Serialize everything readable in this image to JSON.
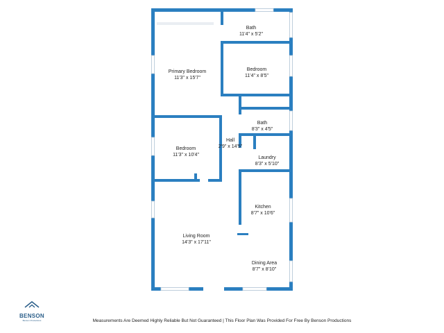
{
  "rooms": {
    "bath_top": {
      "name": "Bath",
      "dims": "11'4\" x 5'2\""
    },
    "primary_bedroom": {
      "name": "Primary Bedroom",
      "dims": "11'3\" x 15'7\""
    },
    "bedroom_right": {
      "name": "Bedroom",
      "dims": "11'4\" x 8'5\""
    },
    "bath_mid": {
      "name": "Bath",
      "dims": "8'3\" x 4'5\""
    },
    "hall": {
      "name": "Hall",
      "dims": "2'9\" x 14'5\""
    },
    "bedroom_left": {
      "name": "Bedroom",
      "dims": "11'3\" x 10'4\""
    },
    "laundry": {
      "name": "Laundry",
      "dims": "8'3\" x 5'10\""
    },
    "kitchen": {
      "name": "Kitchen",
      "dims": "8'7\" x 10'6\""
    },
    "living_room": {
      "name": "Living Room",
      "dims": "14'3\" x 17'11\""
    },
    "dining_area": {
      "name": "Dining Area",
      "dims": "8'7\" x 8'10\""
    }
  },
  "brand": {
    "name": "BENSON",
    "subtitle": "Benson Productions"
  },
  "disclaimer": "Measurements Are Deemed Highly Reliable But Not Guaranteed | This Floor Plan Was Provided For Free By Benson Productions",
  "colors": {
    "wall": "#2b7fc0",
    "window": "#c9d3db",
    "brand": "#2c5f8a"
  }
}
